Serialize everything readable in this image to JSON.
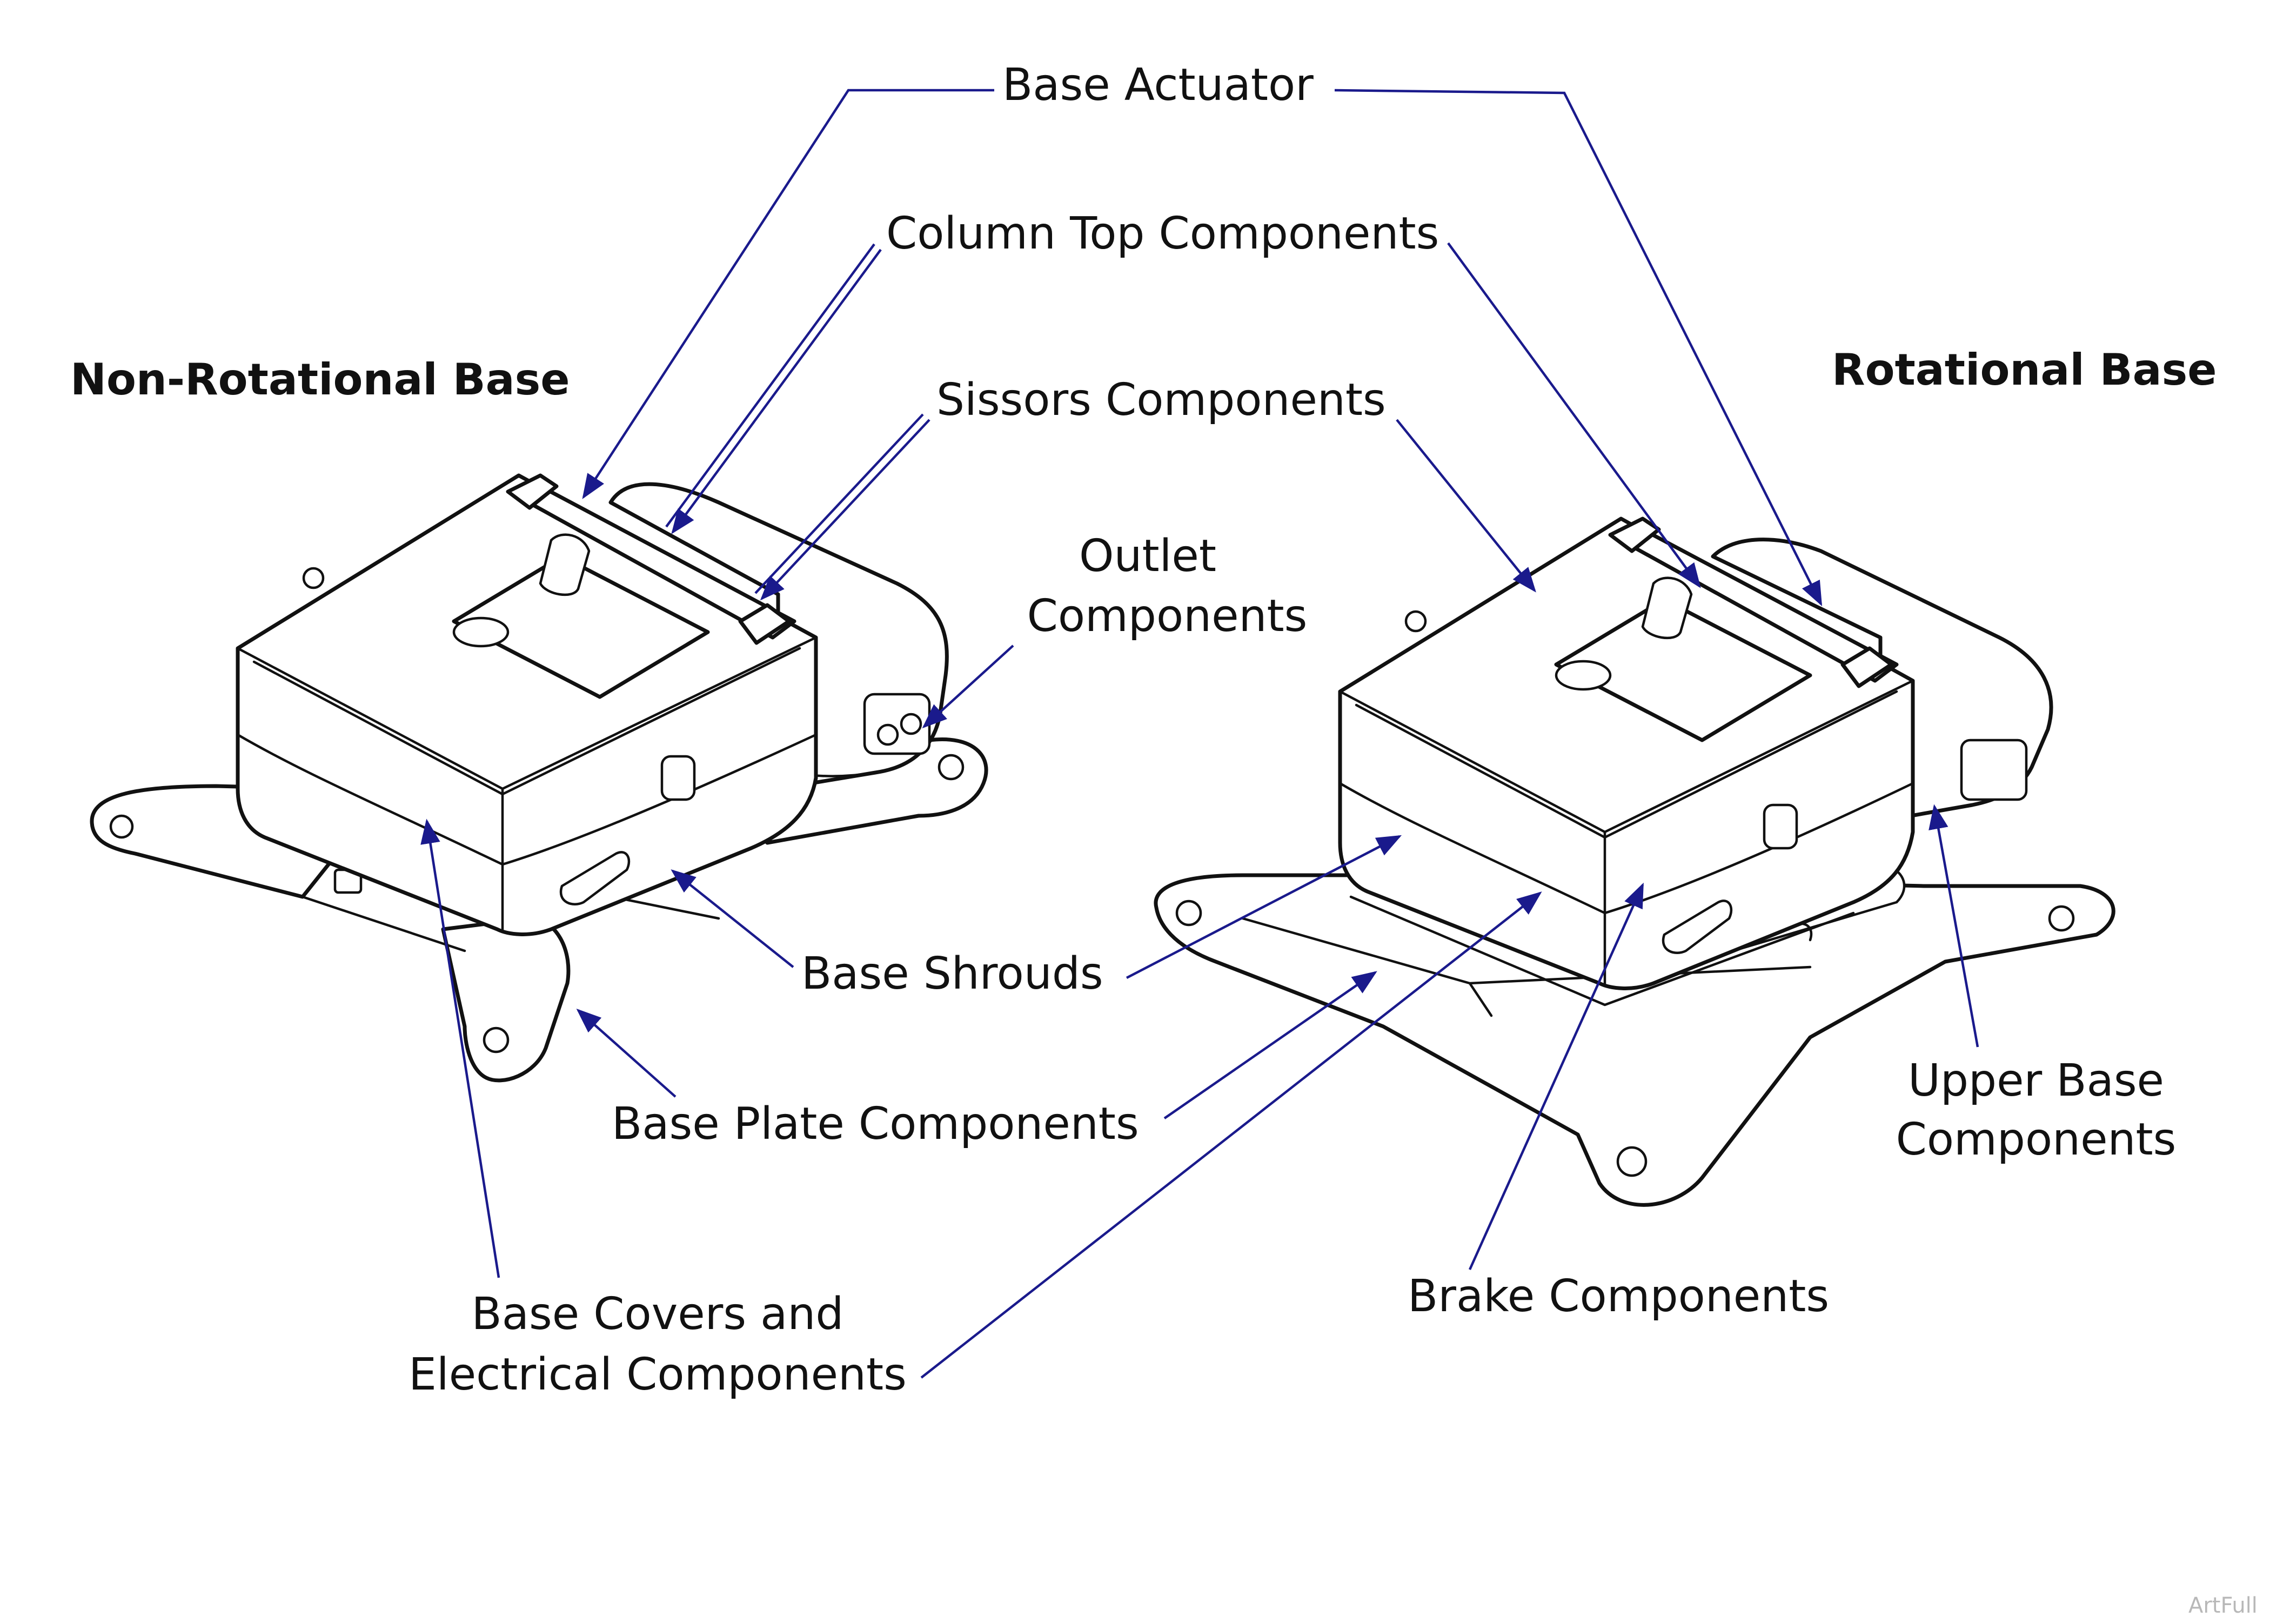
{
  "headings": {
    "non_rotational": "Non-Rotational Base",
    "rotational": "Rotational Base"
  },
  "callouts": {
    "base_actuator": "Base Actuator",
    "column_top": "Column Top Components",
    "sissors": "Sissors Components",
    "outlet_line1": "Outlet",
    "outlet_line2": "Components",
    "base_shrouds": "Base Shrouds",
    "base_plate": "Base Plate Components",
    "base_covers_line1": "Base Covers and",
    "base_covers_line2": "Electrical Components",
    "brake": "Brake Components",
    "upper_base_line1": "Upper Base",
    "upper_base_line2": "Components"
  },
  "watermark": "ArtFull",
  "colors": {
    "leader": "#1a1a8c",
    "outline": "#111111",
    "text": "#111111"
  }
}
